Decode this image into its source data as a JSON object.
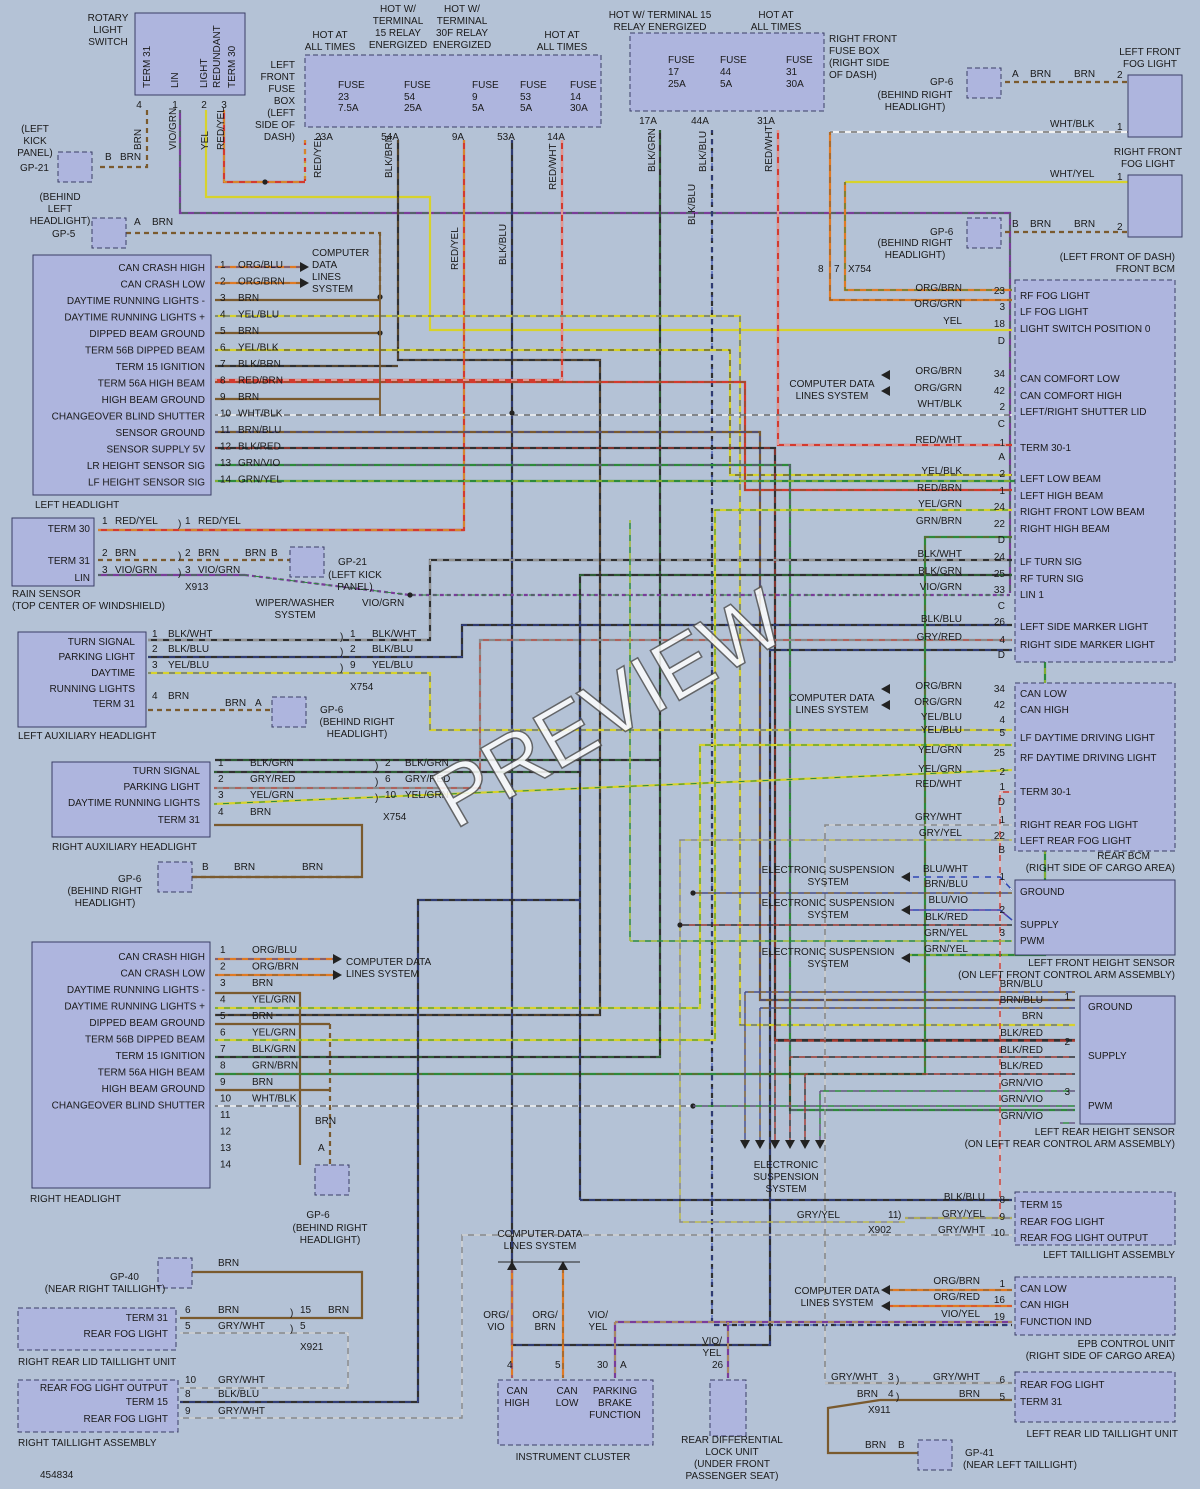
{
  "doc_id": "454834",
  "watermark": "PREVIEW",
  "top_labels": [
    {
      "id": "rot",
      "lines": [
        "ROTARY",
        "LIGHT",
        "SWITCH"
      ]
    },
    {
      "id": "hot1",
      "lines": [
        "HOT AT",
        "ALL TIMES"
      ]
    },
    {
      "id": "hot2",
      "lines": [
        "HOT W/",
        "TERMINAL",
        "15 RELAY",
        "ENERGIZED"
      ]
    },
    {
      "id": "hot3",
      "lines": [
        "HOT W/",
        "TERMINAL",
        "30F RELAY",
        "ENERGIZED"
      ]
    },
    {
      "id": "hot4",
      "lines": [
        "HOT AT",
        "ALL TIMES"
      ]
    },
    {
      "id": "hot5",
      "lines": [
        "HOT W/ TERMINAL 15",
        "RELAY ENERGIZED"
      ]
    },
    {
      "id": "hot6",
      "lines": [
        "HOT AT",
        "ALL TIMES"
      ]
    },
    {
      "id": "lffb",
      "lines": [
        "LEFT",
        "FRONT",
        "FUSE",
        "BOX",
        "(LEFT",
        "SIDE OF",
        "DASH)"
      ]
    },
    {
      "id": "rffb",
      "lines": [
        "RIGHT FRONT",
        "FUSE BOX",
        "(RIGHT SIDE",
        "OF DASH)"
      ]
    }
  ],
  "switch_pins": [
    "TERM 31",
    "LIN",
    "LIGHT",
    "REDUNDANT",
    "TERM 30"
  ],
  "switch_pin_nums": [
    "4",
    "1",
    "2",
    "3"
  ],
  "switch_wires": [
    "BRN",
    "VIO/GRN",
    "YEL",
    "RED/YEL"
  ],
  "left_fuses": [
    {
      "name": "FUSE",
      "num": "23",
      "amp": "7.5A",
      "term": "23A"
    },
    {
      "name": "FUSE",
      "num": "54",
      "amp": "25A",
      "term": "54A"
    },
    {
      "name": "FUSE",
      "num": "9",
      "amp": "5A",
      "term": "9A"
    },
    {
      "name": "FUSE",
      "num": "53",
      "amp": "5A",
      "term": "53A"
    },
    {
      "name": "FUSE",
      "num": "14",
      "amp": "30A",
      "term": "14A"
    }
  ],
  "left_fuse_wires": [
    "RED/YEL",
    "BLK/BRN",
    "RED/YEL",
    "BLK/BLU",
    "RED/WHT"
  ],
  "right_fuses": [
    {
      "name": "FUSE",
      "num": "17",
      "amp": "25A",
      "term": "17A"
    },
    {
      "name": "FUSE",
      "num": "44",
      "amp": "5A",
      "term": "44A"
    },
    {
      "name": "FUSE",
      "num": "31",
      "amp": "30A",
      "term": "31A"
    }
  ],
  "right_fuse_wires": [
    "BLK/GRN",
    "BLK/BLU",
    "RED/WHT",
    "BLK/BLU"
  ],
  "grounds": [
    {
      "id": "gp21a",
      "label": "GP-21",
      "note": [
        "(LEFT",
        "KICK",
        "PANEL)"
      ],
      "pin": "B",
      "wire": "BRN"
    },
    {
      "id": "gp5",
      "label": "GP-5",
      "note": [
        "(BEHIND",
        "LEFT",
        "HEADLIGHT)"
      ],
      "pin": "A",
      "wire": "BRN"
    },
    {
      "id": "gp6a",
      "label": "GP-6",
      "note": [
        "(BEHIND RIGHT",
        "HEADLIGHT)"
      ],
      "pin": "A",
      "wire": "BRN"
    },
    {
      "id": "gp6b",
      "label": "GP-6",
      "note": [
        "(BEHIND RIGHT",
        "HEADLIGHT)"
      ],
      "pin": "B",
      "wire": "BRN"
    },
    {
      "id": "gp21b",
      "label": "GP-21",
      "note": [
        "(LEFT KICK",
        "PANEL)"
      ],
      "pin": "B",
      "wire": "BRN"
    },
    {
      "id": "gp6c",
      "label": "GP-6",
      "note": [
        "(BEHIND RIGHT",
        "HEADLIGHT)"
      ],
      "pin": "A",
      "wire": "BRN"
    },
    {
      "id": "gp6d",
      "label": "GP-6",
      "note": [
        "(BEHIND RIGHT",
        "HEADLIGHT)"
      ],
      "pin": "B",
      "wire": "BRN"
    },
    {
      "id": "gp6e",
      "label": "GP-6",
      "note": [
        "(BEHIND RIGHT",
        "HEADLIGHT)"
      ],
      "pin": "A",
      "wire": "BRN"
    },
    {
      "id": "gp40",
      "label": "GP-40",
      "note": [
        "(NEAR RIGHT TAILLIGHT)"
      ],
      "pin": "",
      "wire": "BRN"
    },
    {
      "id": "gp41",
      "label": "GP-41",
      "note": [
        "(NEAR LEFT TAILLIGHT)"
      ],
      "pin": "B",
      "wire": "BRN"
    }
  ],
  "left_headlight": {
    "title": "LEFT HEADLIGHT",
    "pins": [
      {
        "n": "1",
        "label": "CAN CRASH HIGH",
        "wire": "ORG/BLU"
      },
      {
        "n": "2",
        "label": "CAN CRASH LOW",
        "wire": "ORG/BRN"
      },
      {
        "n": "3",
        "label": "DAYTIME RUNNING LIGHTS -",
        "wire": "BRN"
      },
      {
        "n": "4",
        "label": "DAYTIME RUNNING LIGHTS +",
        "wire": "YEL/BLU"
      },
      {
        "n": "5",
        "label": "DIPPED BEAM GROUND",
        "wire": "BRN"
      },
      {
        "n": "6",
        "label": "TERM 56B DIPPED BEAM",
        "wire": "YEL/BLK"
      },
      {
        "n": "7",
        "label": "TERM 15 IGNITION",
        "wire": "BLK/BRN"
      },
      {
        "n": "8",
        "label": "TERM 56A HIGH BEAM",
        "wire": "RED/BRN"
      },
      {
        "n": "9",
        "label": "HIGH BEAM GROUND",
        "wire": "BRN"
      },
      {
        "n": "10",
        "label": "CHANGEOVER BLIND SHUTTER",
        "wire": "WHT/BLK"
      },
      {
        "n": "11",
        "label": "SENSOR GROUND",
        "wire": "BRN/BLU"
      },
      {
        "n": "12",
        "label": "SENSOR SUPPLY 5V",
        "wire": "BLK/RED"
      },
      {
        "n": "13",
        "label": "LR HEIGHT SENSOR SIG",
        "wire": "GRN/VIO"
      },
      {
        "n": "14",
        "label": "LF HEIGHT SENSOR SIG",
        "wire": "GRN/YEL"
      }
    ],
    "cdl": [
      "COMPUTER",
      "DATA",
      "LINES",
      "SYSTEM"
    ]
  },
  "rain_sensor": {
    "title": "RAIN SENSOR",
    "sub": "(TOP CENTER OF WINDSHIELD)",
    "pins": [
      {
        "n": "1",
        "label": "TERM 30",
        "wire": "RED/YEL"
      },
      {
        "n": "2",
        "label": "TERM 31",
        "wire": "BRN"
      },
      {
        "n": "3",
        "label": "LIN",
        "wire": "VIO/GRN"
      }
    ],
    "conn": "X913",
    "wiper": [
      "WIPER/WASHER",
      "SYSTEM"
    ]
  },
  "left_aux": {
    "title": "LEFT AUXILIARY HEADLIGHT",
    "pins": [
      {
        "n": "1",
        "label": "TURN SIGNAL",
        "wire": "BLK/WHT"
      },
      {
        "n": "2",
        "label": "PARKING LIGHT",
        "wire": "BLK/BLU"
      },
      {
        "n": "3",
        "label": "DAYTIME",
        "wire": "YEL/BLU"
      },
      {
        "n": "4",
        "label": "TERM 31",
        "wire": "BRN"
      }
    ],
    "label3b": "RUNNING LIGHTS",
    "conn_pins": [
      "1",
      "2",
      "9"
    ],
    "conn": "X754"
  },
  "right_aux": {
    "title": "RIGHT AUXILIARY HEADLIGHT",
    "pins": [
      {
        "n": "1",
        "label": "TURN SIGNAL",
        "wire": "BLK/GRN"
      },
      {
        "n": "2",
        "label": "PARKING LIGHT",
        "wire": "GRY/RED"
      },
      {
        "n": "3",
        "label": "DAYTIME RUNNING LIGHTS",
        "wire": "YEL/GRN"
      },
      {
        "n": "4",
        "label": "TERM 31",
        "wire": "BRN"
      }
    ],
    "conn_pins": [
      "2",
      "6",
      "10"
    ],
    "conn": "X754"
  },
  "right_headlight": {
    "title": "RIGHT HEADLIGHT",
    "pins": [
      {
        "n": "1",
        "label": "CAN CRASH HIGH",
        "wire": "ORG/BLU"
      },
      {
        "n": "2",
        "label": "CAN CRASH LOW",
        "wire": "ORG/BRN"
      },
      {
        "n": "3",
        "label": "DAYTIME RUNNING LIGHTS -",
        "wire": "BRN"
      },
      {
        "n": "4",
        "label": "DAYTIME RUNNING LIGHTS +",
        "wire": "YEL/GRN"
      },
      {
        "n": "5",
        "label": "DIPPED BEAM GROUND",
        "wire": "BRN"
      },
      {
        "n": "6",
        "label": "TERM 56B DIPPED BEAM",
        "wire": "YEL/GRN"
      },
      {
        "n": "7",
        "label": "TERM 15 IGNITION",
        "wire": "BLK/GRN"
      },
      {
        "n": "8",
        "label": "TERM 56A HIGH BEAM",
        "wire": "GRN/BRN"
      },
      {
        "n": "9",
        "label": "HIGH BEAM GROUND",
        "wire": "BRN"
      },
      {
        "n": "10",
        "label": "CHANGEOVER BLIND SHUTTER",
        "wire": "WHT/BLK"
      },
      {
        "n": "11",
        "label": "",
        "wire": "BRN"
      },
      {
        "n": "12",
        "label": "",
        "wire": ""
      },
      {
        "n": "13",
        "label": "",
        "wire": ""
      },
      {
        "n": "14",
        "label": "",
        "wire": ""
      }
    ],
    "cdl": [
      "COMPUTER DATA",
      "LINES SYSTEM"
    ]
  },
  "fog_lights": {
    "left": {
      "title": [
        "LEFT FRONT",
        "FOG LIGHT"
      ],
      "pins": [
        "2",
        "1"
      ],
      "wires": [
        "BRN",
        "WHT/BLK"
      ]
    },
    "right": {
      "title": [
        "RIGHT FRONT",
        "FOG LIGHT"
      ],
      "pins": [
        "1",
        "2"
      ],
      "wires": [
        "WHT/YEL",
        "BRN"
      ]
    },
    "conn": "X754",
    "conn_pins": [
      "8",
      "7"
    ]
  },
  "front_bcm": {
    "title": "FRONT BCM",
    "sub": "(LEFT FRONT OF DASH)",
    "rows": [
      {
        "wire": "ORG/BRN",
        "pin": "23",
        "label": "RF FOG LIGHT"
      },
      {
        "wire": "ORG/GRN",
        "pin": "3",
        "label": "LF FOG LIGHT"
      },
      {
        "wire": "YEL",
        "pin": "18",
        "label": "LIGHT SWITCH POSITION 0"
      },
      {
        "wire": "",
        "pin": "D",
        "label": ""
      },
      {
        "wire": "ORG/BRN",
        "pin": "34",
        "label": "CAN COMFORT LOW"
      },
      {
        "wire": "ORG/GRN",
        "pin": "42",
        "label": "CAN COMFORT HIGH"
      },
      {
        "wire": "WHT/BLK",
        "pin": "2",
        "label": "LEFT/RIGHT SHUTTER LID"
      },
      {
        "wire": "",
        "pin": "C",
        "label": ""
      },
      {
        "wire": "RED/WHT",
        "pin": "1",
        "label": "TERM 30-1"
      },
      {
        "wire": "",
        "pin": "A",
        "label": ""
      },
      {
        "wire": "YEL/BLK",
        "pin": "2",
        "label": "LEFT LOW BEAM"
      },
      {
        "wire": "RED/BRN",
        "pin": "1",
        "label": "LEFT HIGH BEAM"
      },
      {
        "wire": "YEL/GRN",
        "pin": "24",
        "label": "RIGHT FRONT LOW BEAM"
      },
      {
        "wire": "GRN/BRN",
        "pin": "22",
        "label": "RIGHT HIGH BEAM"
      },
      {
        "wire": "",
        "pin": "D",
        "label": ""
      },
      {
        "wire": "BLK/WHT",
        "pin": "24",
        "label": "LF TURN SIG"
      },
      {
        "wire": "BLK/GRN",
        "pin": "25",
        "label": "RF TURN SIG"
      },
      {
        "wire": "VIO/GRN",
        "pin": "33",
        "label": "LIN 1"
      },
      {
        "wire": "",
        "pin": "C",
        "label": ""
      },
      {
        "wire": "BLK/BLU",
        "pin": "26",
        "label": "LEFT SIDE MARKER LIGHT"
      },
      {
        "wire": "GRY/RED",
        "pin": "4",
        "label": "RIGHT SIDE MARKER LIGHT"
      },
      {
        "wire": "",
        "pin": "D",
        "label": ""
      }
    ],
    "cdl": [
      "COMPUTER DATA",
      "LINES SYSTEM"
    ]
  },
  "rear_bcm": {
    "title": "REAR BCM",
    "sub": "(RIGHT SIDE OF CARGO AREA)",
    "rows": [
      {
        "wire": "ORG/BRN",
        "pin": "34",
        "label": "CAN LOW"
      },
      {
        "wire": "ORG/GRN",
        "pin": "42",
        "label": "CAN HIGH"
      },
      {
        "wire": "YEL/BLU",
        "pin": "4",
        "label": ""
      },
      {
        "wire": "YEL/BLU",
        "pin": "5",
        "label": "LF DAYTIME DRIVING LIGHT"
      },
      {
        "wire": "YEL/GRN",
        "pin": "25",
        "label": "RF DAYTIME DRIVING LIGHT"
      },
      {
        "wire": "YEL/GRN",
        "pin": "2",
        "label": ""
      },
      {
        "wire": "RED/WHT",
        "pin": "1",
        "label": "TERM 30-1"
      },
      {
        "wire": "",
        "pin": "D",
        "label": ""
      },
      {
        "wire": "GRY/WHT",
        "pin": "1",
        "label": "RIGHT REAR FOG LIGHT"
      },
      {
        "wire": "GRY/YEL",
        "pin": "22",
        "label": "LEFT REAR FOG LIGHT"
      },
      {
        "wire": "",
        "pin": "B",
        "label": ""
      }
    ],
    "cdl": [
      "COMPUTER DATA",
      "LINES SYSTEM"
    ]
  },
  "lf_height": {
    "title": "LEFT FRONT HEIGHT SENSOR",
    "sub": "(ON LEFT FRONT CONTROL ARM ASSEMBLY)",
    "labels": [
      "GROUND",
      "SUPPLY",
      "PWM"
    ],
    "wires": [
      "BLU/WHT",
      "BRN/BLU",
      "BLU/VIO",
      "BLK/RED",
      "GRN/YEL",
      "GRN/YEL"
    ],
    "pins": [
      "1",
      "2",
      "3"
    ],
    "ess": [
      "ELECTRONIC SUSPENSION",
      "SYSTEM"
    ]
  },
  "lr_height": {
    "title": "LEFT REAR HEIGHT SENSOR",
    "sub": "(ON LEFT REAR CONTROL ARM ASSEMBLY)",
    "labels": [
      "GROUND",
      "SUPPLY",
      "PWM"
    ],
    "wires": [
      "BRN/BLU",
      "BRN/BLU",
      "BRN",
      "BLK/RED",
      "BLK/RED",
      "BLK/RED",
      "GRN/VIO",
      "GRN/VIO",
      "GRN/VIO"
    ],
    "pins": [
      "1",
      "2",
      "3"
    ],
    "ess": [
      "ELECTRONIC",
      "SUSPENSION",
      "SYSTEM"
    ]
  },
  "left_taillight": {
    "title": "LEFT TAILLIGHT ASSEMBLY",
    "rows": [
      {
        "wire": "BLK/BLU",
        "pin": "8",
        "label": "TERM 15"
      },
      {
        "wire": "GRY/YEL",
        "pin": "9",
        "label": "REAR FOG LIGHT"
      },
      {
        "wire": "GRY/WHT",
        "pin": "10",
        "label": "REAR FOG LIGHT OUTPUT"
      }
    ],
    "conn": "X902",
    "conn_pin": "11",
    "conn_wire": "GRY/YEL"
  },
  "epb": {
    "title": "EPB CONTROL UNIT",
    "sub": "(RIGHT SIDE OF CARGO AREA)",
    "rows": [
      {
        "wire": "ORG/BRN",
        "pin": "1",
        "label": "CAN LOW"
      },
      {
        "wire": "ORG/RED",
        "pin": "16",
        "label": "CAN HIGH"
      },
      {
        "wire": "VIO/YEL",
        "pin": "19",
        "label": "FUNCTION IND"
      }
    ],
    "cdl": [
      "COMPUTER DATA",
      "LINES SYSTEM"
    ]
  },
  "left_rear_lid": {
    "title": "LEFT REAR LID TAILLIGHT UNIT",
    "rows": [
      {
        "wire": "GRY/WHT",
        "pin": "6",
        "label": "REAR FOG LIGHT"
      },
      {
        "wire": "BRN",
        "pin": "5",
        "label": "TERM 31"
      }
    ],
    "conn": "X911",
    "conn_pins": [
      "3",
      "4"
    ],
    "conn_wires": [
      "GRY/WHT",
      "BRN"
    ]
  },
  "cluster": {
    "title": "INSTRUMENT CLUSTER",
    "cells": [
      "CAN|HIGH",
      "CAN|LOW",
      "PARKING|BRAKE|FUNCTION"
    ],
    "pins": [
      "4",
      "5",
      "30"
    ],
    "pin_a": "A",
    "wires": [
      "ORG/|VIO",
      "ORG/|BRN",
      "VIO/|YEL"
    ],
    "cdl": [
      "COMPUTER DATA",
      "LINES SYSTEM"
    ]
  },
  "rear_diff": {
    "title": [
      "REAR DIFFERENTIAL",
      "LOCK UNIT",
      "(UNDER FRONT",
      "PASSENGER SEAT)"
    ],
    "pin": "26",
    "wire": "VIO/|YEL"
  },
  "right_rear_lid": {
    "title": "RIGHT REAR LID TAILLIGHT UNIT",
    "rows": [
      {
        "pin": "6",
        "label": "TERM 31",
        "wire": "BRN"
      },
      {
        "pin": "5",
        "label": "REAR FOG LIGHT",
        "wire": "GRY/WHT"
      }
    ],
    "conn": "X921",
    "conn_pins": [
      "15",
      "5"
    ],
    "conn_wire": "BRN"
  },
  "right_taillight": {
    "title": "RIGHT TAILLIGHT ASSEMBLY",
    "rows": [
      {
        "pin": "10",
        "label": "REAR FOG LIGHT OUTPUT",
        "wire": "GRY/WHT"
      },
      {
        "pin": "8",
        "label": "TERM 15",
        "wire": "BLK/BLU"
      },
      {
        "pin": "9",
        "label": "REAR FOG LIGHT",
        "wire": "GRY/WHT"
      }
    ]
  },
  "colors": {
    "RED": "#d43a2e",
    "BLK": "#303030",
    "BRN": "#7a5a2e",
    "YEL": "#d7d22c",
    "VIO": "#7a3c9a",
    "GRN": "#2d8a3a",
    "BLU": "#2e46b4",
    "ORG": "#e07a24",
    "WHT": "#f2f2f2",
    "GRY": "#8a8a8a"
  }
}
